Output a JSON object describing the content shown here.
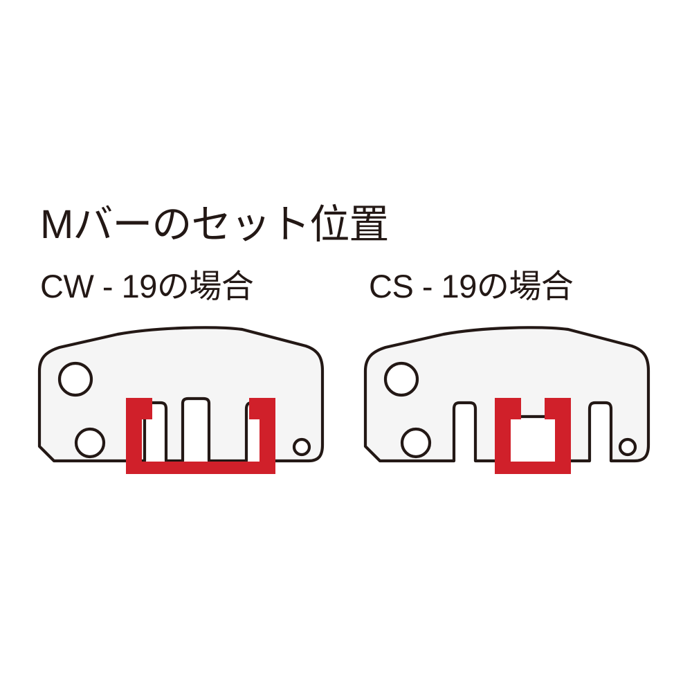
{
  "page": {
    "background_color": "#ffffff",
    "language": "ja"
  },
  "heading": {
    "title": "Mバーのセット位置"
  },
  "panels": [
    {
      "id": "cw-19",
      "label": "CW - 19の場合",
      "diagram": {
        "name": "bracket-plate-diagram-cw19",
        "plate_fill": "#F5F5F5",
        "outline_color": "#231815",
        "bracket_color": "#D0202A",
        "bracket_style": "wide-u",
        "bracket_span_slots": 4,
        "holes": 3,
        "notches": 4
      }
    },
    {
      "id": "cs-19",
      "label": "CS - 19の場合",
      "diagram": {
        "name": "bracket-plate-diagram-cs19",
        "plate_fill": "#F5F5F5",
        "outline_color": "#231815",
        "bracket_color": "#D0202A",
        "bracket_style": "narrow-u",
        "bracket_span_slots": 1,
        "holes": 3,
        "notches": 4
      }
    }
  ],
  "colors": {
    "text": "#231815",
    "accent_red": "#D0202A",
    "plate": "#F5F5F5",
    "background": "#ffffff"
  }
}
